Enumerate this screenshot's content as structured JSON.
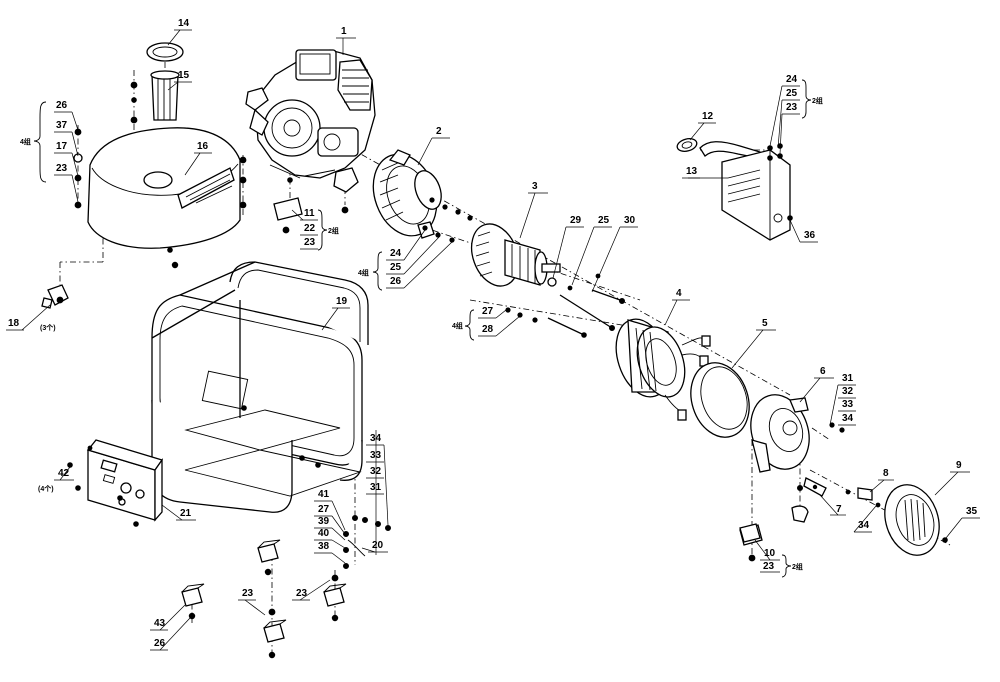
{
  "labels": {
    "p1": "1",
    "p2": "2",
    "p3": "3",
    "p4": "4",
    "p5": "5",
    "p6": "6",
    "p7": "7",
    "p8": "8",
    "p9": "9",
    "p10": "10",
    "p11": "11",
    "p12": "12",
    "p13": "13",
    "p14": "14",
    "p15": "15",
    "p16": "16",
    "p17": "17",
    "p18": "18",
    "p19": "19",
    "p20": "20",
    "p21": "21",
    "p22": "22",
    "p23a": "23",
    "p23b": "23",
    "p23c": "23",
    "p23d": "23",
    "p23e": "23",
    "p23f": "23",
    "p24a": "24",
    "p24b": "24",
    "p25a": "25",
    "p25b": "25",
    "p25c": "25",
    "p26a": "26",
    "p26b": "26",
    "p26c": "26",
    "p27a": "27",
    "p27b": "27",
    "p28": "28",
    "p29": "29",
    "p30": "30",
    "p31a": "31",
    "p31b": "31",
    "p32a": "32",
    "p32b": "32",
    "p33a": "33",
    "p33b": "33",
    "p34a": "34",
    "p34b": "34",
    "p34c": "34",
    "p35": "35",
    "p36": "36",
    "p37": "37",
    "p38": "38",
    "p39": "39",
    "p40": "40",
    "p41": "41",
    "p42": "42",
    "p43": "43"
  },
  "notes": {
    "qty_4_a": "4组",
    "qty_4_b": "4组",
    "qty_4_c": "4组",
    "qty_2_a": "2组",
    "qty_2_b": "2组",
    "qty_2_c": "2组",
    "qty_3_pcs": "(3个)",
    "qty_4_pcs": "(4个)"
  }
}
